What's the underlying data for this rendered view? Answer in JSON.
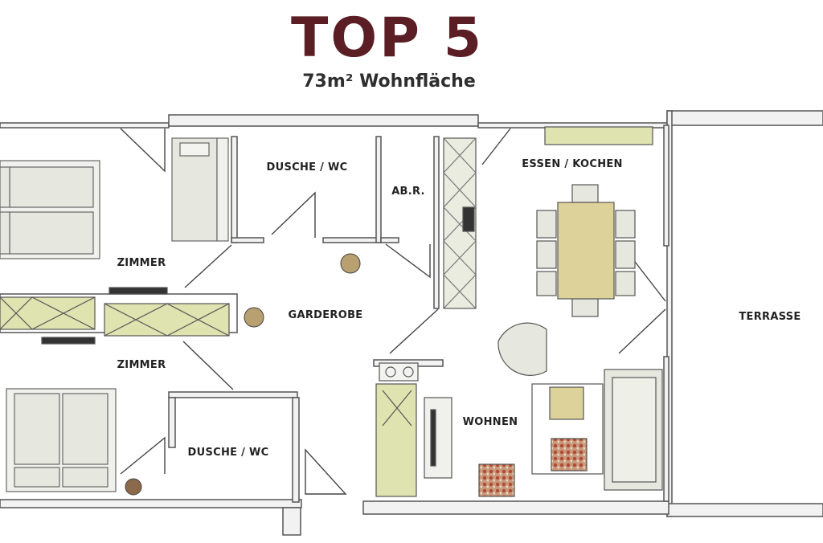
{
  "header": {
    "title": "TOP 5",
    "subtitle": "73m² Wohnfläche"
  },
  "rooms": {
    "zimmer_1": "ZIMMER",
    "zimmer_2": "ZIMMER",
    "dusche_wc_1": "DUSCHE / WC",
    "dusche_wc_2": "DUSCHE / WC",
    "abstellraum": "AB.R.",
    "garderobe": "GARDEROBE",
    "essen_kochen": "ESSEN / KOCHEN",
    "wohnen": "WOHNEN",
    "terrasse": "TERRASSE"
  },
  "colors": {
    "title": "#5a1e24",
    "subtitle": "#2e2e2e",
    "wall": "#555555",
    "wall_fill": "#f2f2f2",
    "furniture_light": "#e9ecdf",
    "furniture_yellow": "#dfe3b0",
    "table_wood": "#ddd39a",
    "room_label": "#222222",
    "rug": "#c2614a"
  }
}
